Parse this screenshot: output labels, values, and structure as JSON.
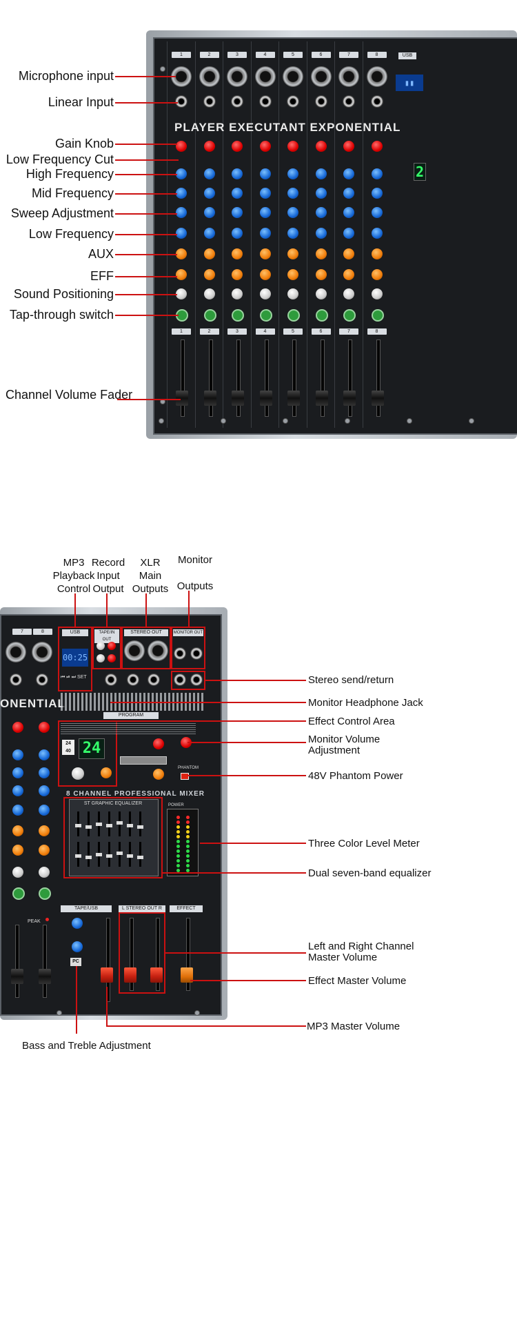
{
  "top": {
    "brand_band": "PLAYER EXECUTANT EXPONENTIAL",
    "channels": [
      "1",
      "2",
      "3",
      "4",
      "5",
      "6",
      "7",
      "8"
    ],
    "usb_label": "USB",
    "labels": {
      "mic_input": "Microphone input",
      "linear_input": "Linear Input",
      "gain_knob": "Gain Knob",
      "low_cut": "Low Frequency Cut",
      "high_freq": "High Frequency",
      "mid_freq": "Mid Frequency",
      "sweep": "Sweep Adjustment",
      "low_freq": "Low Frequency",
      "aux": "AUX",
      "eff": "EFF",
      "pan": "Sound Positioning",
      "tap_switch": "Tap-through switch",
      "fader": "Channel Volume Fader"
    }
  },
  "bottom": {
    "brand_band": "ONENTIAL",
    "channels": [
      "7",
      "8"
    ],
    "sections": {
      "usb": "USB",
      "tape_in_out": "TAPE/IN OUT",
      "stereo_out": "STEREO OUT",
      "monitor_out": "MONITOR OUT",
      "program": "PROGRAM",
      "mixer_title": "8 CHANNEL PROFESSIONAL MIXER",
      "graphic_eq": "ST GRAPHIC EQUALIZER",
      "tape_usb": "TAPE/USB",
      "stereo_out_lr": "L  STEREO OUT  R",
      "effect": "EFFECT",
      "power": "POWER",
      "phantom": "PHANTOM",
      "pc": "PC"
    },
    "effect_display": "24",
    "top_labels": {
      "mp3": "MP3 Playback Control",
      "record": "Record Input Output",
      "xlr": "XLR Main Outputs",
      "monitor_outputs": "Monitor\n\nOutputs"
    },
    "labels": {
      "stereo_send": "Stereo send/return",
      "headphone": "Monitor Headphone Jack",
      "effect_area": "Effect Control Area",
      "monitor_volume": "Monitor Volume Adjustment",
      "phantom": "48V Phantom Power",
      "level_meter": "Three Color Level Meter",
      "dual_eq": "Dual seven-band equalizer",
      "lr_master": "Left and Right Channel Master Volume",
      "effect_master": "Effect Master Volume",
      "mp3_master": "MP3 Master Volume",
      "bass_treble": "Bass and Treble Adjustment"
    }
  },
  "colors": {
    "lead": "#cc1111",
    "panel": "#1a1c1f",
    "case": "#b8bdc2"
  }
}
